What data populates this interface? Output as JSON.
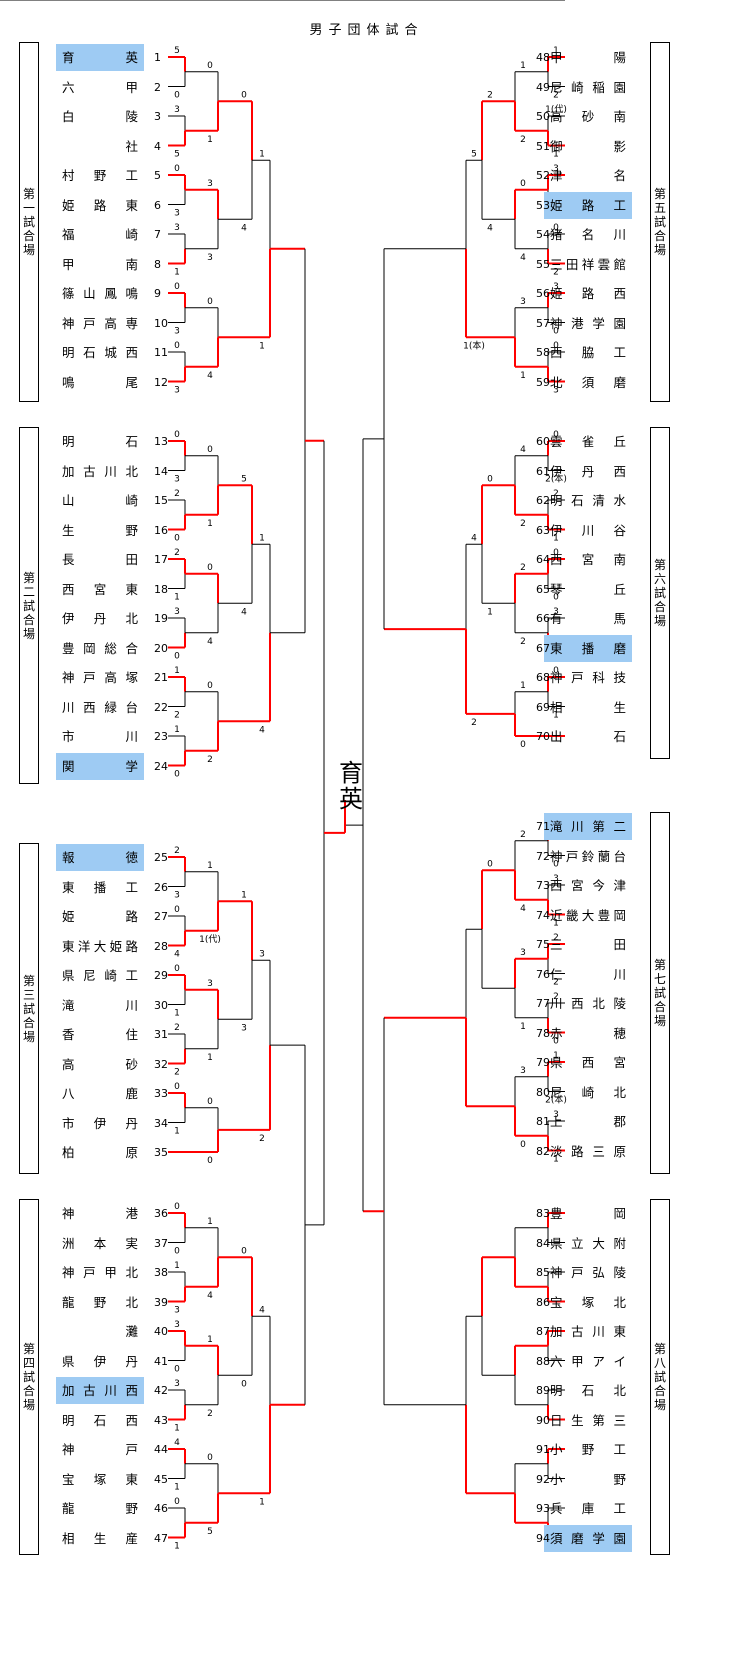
{
  "title": "男子団体試合",
  "winner": [
    "育",
    "英"
  ],
  "colors": {
    "win_line": "#ff0000",
    "loss_line": "#000000",
    "highlight": "#9ecbf3"
  },
  "venues": [
    {
      "side": "left",
      "label": [
        "第",
        "一",
        "試",
        "合",
        "場"
      ],
      "range": [
        1,
        12
      ]
    },
    {
      "side": "left",
      "label": [
        "第",
        "二",
        "試",
        "合",
        "場"
      ],
      "range": [
        13,
        24
      ]
    },
    {
      "side": "left",
      "label": [
        "第",
        "三",
        "試",
        "合",
        "場"
      ],
      "range": [
        25,
        35
      ]
    },
    {
      "side": "left",
      "label": [
        "第",
        "四",
        "試",
        "合",
        "場"
      ],
      "range": [
        36,
        47
      ]
    },
    {
      "side": "right",
      "label": [
        "第",
        "五",
        "試",
        "合",
        "場"
      ],
      "range": [
        48,
        59
      ]
    },
    {
      "side": "right",
      "label": [
        "第",
        "六",
        "試",
        "合",
        "場"
      ],
      "range": [
        60,
        70
      ]
    },
    {
      "side": "right",
      "label": [
        "第",
        "七",
        "試",
        "合",
        "場"
      ],
      "range": [
        71,
        82
      ]
    },
    {
      "side": "right",
      "label": [
        "第",
        "八",
        "試",
        "合",
        "場"
      ],
      "range": [
        83,
        94
      ]
    }
  ],
  "teams": [
    {
      "no": "1",
      "name": "育英",
      "hl": true
    },
    {
      "no": "2",
      "name": "六甲"
    },
    {
      "no": "3",
      "name": "白陵"
    },
    {
      "no": "4",
      "name": "社"
    },
    {
      "no": "5",
      "name": "村野工"
    },
    {
      "no": "6",
      "name": "姫路東"
    },
    {
      "no": "7",
      "name": "福崎"
    },
    {
      "no": "8",
      "name": "甲南"
    },
    {
      "no": "9",
      "name": "篠山鳳鳴"
    },
    {
      "no": "10",
      "name": "神戸高専"
    },
    {
      "no": "11",
      "name": "明石城西"
    },
    {
      "no": "12",
      "name": "鳴尾"
    },
    {
      "no": "13",
      "name": "明石"
    },
    {
      "no": "14",
      "name": "加古川北"
    },
    {
      "no": "15",
      "name": "山崎"
    },
    {
      "no": "16",
      "name": "生野"
    },
    {
      "no": "17",
      "name": "長田"
    },
    {
      "no": "18",
      "name": "西宮東"
    },
    {
      "no": "19",
      "name": "伊丹北"
    },
    {
      "no": "20",
      "name": "豊岡総合"
    },
    {
      "no": "21",
      "name": "神戸高塚"
    },
    {
      "no": "22",
      "name": "川西緑台"
    },
    {
      "no": "23",
      "name": "市川"
    },
    {
      "no": "24",
      "name": "関学",
      "hl": true
    },
    {
      "no": "25",
      "name": "報徳",
      "hl": true
    },
    {
      "no": "26",
      "name": "東播工"
    },
    {
      "no": "27",
      "name": "姫路"
    },
    {
      "no": "28",
      "name": "東洋大姫路"
    },
    {
      "no": "29",
      "name": "県尼崎工"
    },
    {
      "no": "30",
      "name": "滝川"
    },
    {
      "no": "31",
      "name": "香住"
    },
    {
      "no": "32",
      "name": "高砂"
    },
    {
      "no": "33",
      "name": "八鹿"
    },
    {
      "no": "34",
      "name": "市伊丹"
    },
    {
      "no": "35",
      "name": "柏原"
    },
    {
      "no": "36",
      "name": "神港"
    },
    {
      "no": "37",
      "name": "洲本実"
    },
    {
      "no": "38",
      "name": "神戸甲北"
    },
    {
      "no": "39",
      "name": "龍野北"
    },
    {
      "no": "40",
      "name": "灘"
    },
    {
      "no": "41",
      "name": "県伊丹"
    },
    {
      "no": "42",
      "name": "加古川西",
      "hl": true
    },
    {
      "no": "43",
      "name": "明石西"
    },
    {
      "no": "44",
      "name": "神戸"
    },
    {
      "no": "45",
      "name": "宝塚東"
    },
    {
      "no": "46",
      "name": "龍野"
    },
    {
      "no": "47",
      "name": "相生産"
    },
    {
      "no": "48",
      "name": "甲陽"
    },
    {
      "no": "49",
      "name": "尼崎稲園"
    },
    {
      "no": "50",
      "name": "高砂南"
    },
    {
      "no": "51",
      "name": "御影"
    },
    {
      "no": "52",
      "name": "津名"
    },
    {
      "no": "53",
      "name": "姫路工",
      "hl": true
    },
    {
      "no": "54",
      "name": "猪名川"
    },
    {
      "no": "55",
      "name": "三田祥雲館"
    },
    {
      "no": "56",
      "name": "姫路西"
    },
    {
      "no": "57",
      "name": "神港学園"
    },
    {
      "no": "58",
      "name": "西脇工"
    },
    {
      "no": "59",
      "name": "北須磨"
    },
    {
      "no": "60",
      "name": "雲雀丘"
    },
    {
      "no": "61",
      "name": "伊丹西"
    },
    {
      "no": "62",
      "name": "明石清水"
    },
    {
      "no": "63",
      "name": "伊川谷"
    },
    {
      "no": "64",
      "name": "西宮南"
    },
    {
      "no": "65",
      "name": "琴丘"
    },
    {
      "no": "66",
      "name": "有馬"
    },
    {
      "no": "67",
      "name": "東播磨",
      "hl": true
    },
    {
      "no": "68",
      "name": "神戸科技"
    },
    {
      "no": "69",
      "name": "相生"
    },
    {
      "no": "70",
      "name": "出石"
    },
    {
      "no": "71",
      "name": "滝川第二",
      "hl": true
    },
    {
      "no": "72",
      "name": "神戸鈴蘭台"
    },
    {
      "no": "73",
      "name": "西宮今津"
    },
    {
      "no": "74",
      "name": "近畿大豊岡"
    },
    {
      "no": "75",
      "name": "三田"
    },
    {
      "no": "76",
      "name": "仁川"
    },
    {
      "no": "77",
      "name": "川西北陵"
    },
    {
      "no": "78",
      "name": "赤穂"
    },
    {
      "no": "79",
      "name": "県西宮"
    },
    {
      "no": "80",
      "name": "尼崎北"
    },
    {
      "no": "81",
      "name": "上郡"
    },
    {
      "no": "82",
      "name": "淡路三原"
    },
    {
      "no": "83",
      "name": "豊岡"
    },
    {
      "no": "84",
      "name": "県立大附"
    },
    {
      "no": "85",
      "name": "神戸弘陵"
    },
    {
      "no": "86",
      "name": "宝塚北"
    },
    {
      "no": "87",
      "name": "加古川東"
    },
    {
      "no": "88",
      "name": "六甲アイ"
    },
    {
      "no": "89",
      "name": "明石北"
    },
    {
      "no": "90",
      "name": "日生第三"
    },
    {
      "no": "91",
      "name": "小野工"
    },
    {
      "no": "92",
      "name": "小野"
    },
    {
      "no": "93",
      "name": "兵庫工"
    },
    {
      "no": "94",
      "name": "須磨学園",
      "hl": true
    }
  ],
  "scores": [
    "5",
    "0",
    "3",
    "5",
    "0",
    "3",
    "3",
    "1",
    "0",
    "3",
    "0",
    "3",
    "0",
    "1",
    "3",
    "3",
    "0",
    "4",
    "0",
    "4",
    "1",
    "1",
    "0",
    "3",
    "2",
    "0",
    "2",
    "1",
    "3",
    "0",
    "1",
    "2",
    "1",
    "0",
    "0",
    "1",
    "0",
    "4",
    "0",
    "2",
    "5",
    "4",
    "1",
    "4",
    "2",
    "3",
    "0",
    "4",
    "0",
    "1",
    "2",
    "2",
    "0",
    "1",
    "1",
    "1(代)",
    "3",
    "1",
    "0",
    "0",
    "1",
    "3",
    "3",
    "2",
    "0",
    "0",
    "1",
    "3",
    "3",
    "0",
    "3",
    "1",
    "4",
    "1",
    "0",
    "1",
    "1",
    "4",
    "1",
    "2",
    "0",
    "5",
    "0",
    "0",
    "4",
    "1",
    "1",
    "2",
    "1(代)",
    "1",
    "3",
    "1",
    "0",
    "2",
    "3",
    "0",
    "0",
    "3",
    "1",
    "2",
    "0",
    "4",
    "3",
    "1",
    "2",
    "4",
    "5",
    "1(本)",
    "0",
    "2(本)",
    "2",
    "1",
    "0",
    "0",
    "3",
    "5",
    "0",
    "1",
    "4",
    "2",
    "2",
    "2",
    "1",
    "0",
    "0",
    "1",
    "4",
    "2",
    "5",
    "0",
    "3",
    "1",
    "2",
    "2",
    "2",
    "0",
    "1",
    "2(本)",
    "3",
    "1",
    "2",
    "4",
    "3",
    "1",
    "3",
    "0",
    "0"
  ]
}
